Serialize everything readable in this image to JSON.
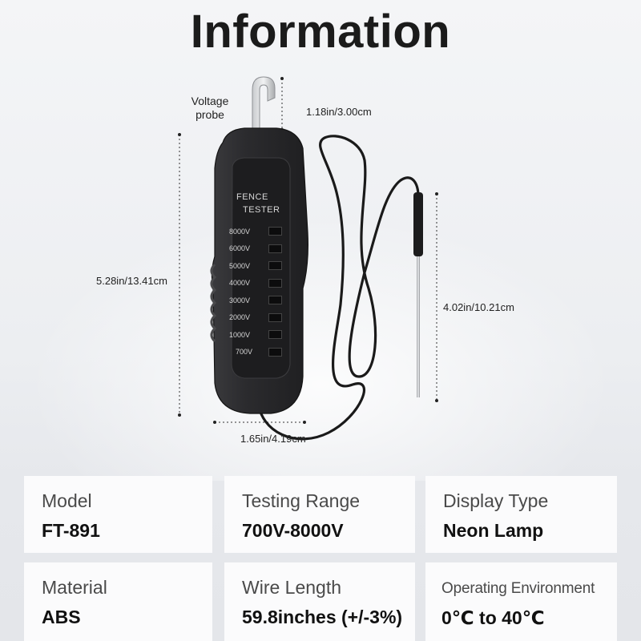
{
  "title": "Information",
  "annotations": {
    "probe_label_line1": "Voltage",
    "probe_label_line2": "probe",
    "hook_dim": "1.18in/3.00cm",
    "height_dim": "5.28in/13.41cm",
    "width_dim": "1.65in/4.19cm",
    "wire_probe_dim": "4.02in/10.21cm"
  },
  "device": {
    "name_line1": "FENCE",
    "name_line2": "TESTER",
    "levels": [
      "8000V",
      "6000V",
      "5000V",
      "4000V",
      "3000V",
      "2000V",
      "1000V",
      "700V"
    ]
  },
  "specs": [
    {
      "label": "Model",
      "value": "FT-891"
    },
    {
      "label": "Testing Range",
      "value": "700V-8000V"
    },
    {
      "label": "Display Type",
      "value": "Neon Lamp"
    },
    {
      "label": "Material",
      "value": "ABS"
    },
    {
      "label": "Wire Length",
      "value": "59.8inches (+/-3%)"
    },
    {
      "label": "Operating Environment",
      "value": "0℃ to 40℃"
    }
  ],
  "colors": {
    "device_body": "#2a2a2c",
    "panel": "#1e1e20",
    "card_bg": "#fbfbfc"
  }
}
